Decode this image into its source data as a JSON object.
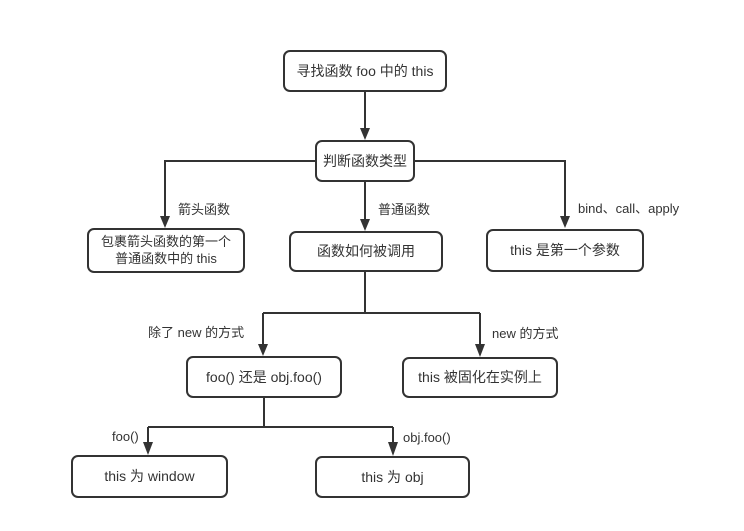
{
  "diagram": {
    "title_implicit": "",
    "colors": {
      "line": "#333333",
      "text": "#333333",
      "node_background": "#ffffff",
      "page_background": "#ffffff"
    },
    "nodes": {
      "root": {
        "label": "寻找函数 foo 中的 this"
      },
      "decide_type": {
        "label": "判断函数类型"
      },
      "arrow_result": {
        "label": "包裹箭头函数的第一个\n普通函数中的 this"
      },
      "how_called": {
        "label": "函数如何被调用"
      },
      "bind_result": {
        "label": "this 是第一个参数"
      },
      "call_style": {
        "label": "foo() 还是 obj.foo()"
      },
      "new_result": {
        "label": "this 被固化在实例上"
      },
      "window_result": {
        "label": "this 为 window"
      },
      "obj_result": {
        "label": "this 为 obj"
      }
    },
    "edge_labels": {
      "arrow_fn": "箭头函数",
      "normal_fn": "普通函数",
      "bind_call_apply": "bind、call、apply",
      "not_new": "除了 new 的方式",
      "with_new": "new 的方式",
      "plain_call": "foo()",
      "method_call": "obj.foo()"
    }
  }
}
